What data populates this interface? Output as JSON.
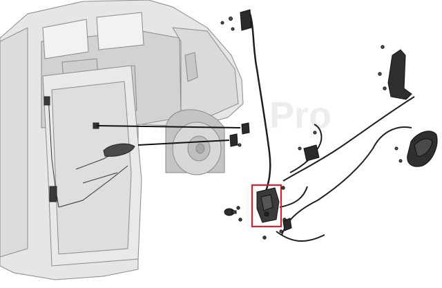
{
  "diagram": {
    "watermark_text": "Pro",
    "colors": {
      "background": "#ffffff",
      "van_body": "#e6e6e6",
      "van_outline": "#8a8a8a",
      "part_dark": "#2b2b2b",
      "cable": "#1e1e1e",
      "highlight_box": "#d6222a"
    },
    "parts": [
      "upper-rail-latch",
      "upper-cable",
      "door-handle-bracket",
      "exterior-handle-inner",
      "rear-hinge-latch",
      "exterior-handle",
      "lock-actuator",
      "release-cables",
      "door-stop-bumper"
    ]
  }
}
